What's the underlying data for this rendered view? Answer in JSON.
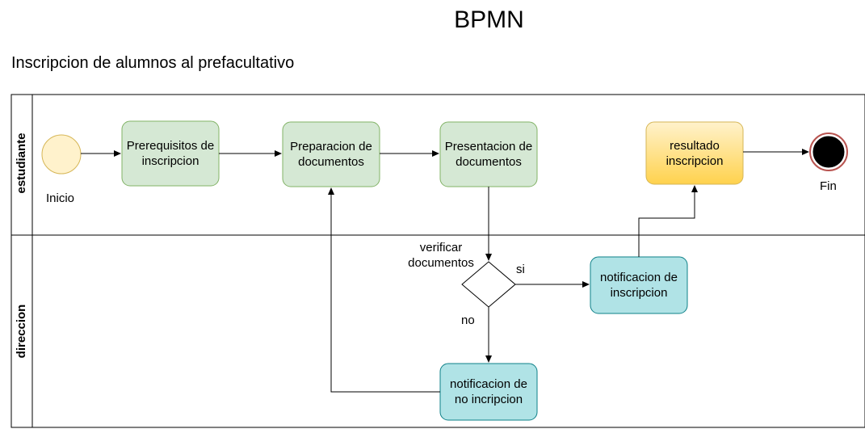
{
  "title": "BPMN",
  "subtitle": "Inscripcion de alumnos al prefacultativo",
  "lanes": {
    "top": "estudiante",
    "bottom": "direccion"
  },
  "events": {
    "start": "Inicio",
    "end": "Fin"
  },
  "tasks": {
    "prerequisitos": "Prerequisitos de\ninscripcion",
    "preparacion": "Preparacion de\ndocumentos",
    "presentacion": "Presentacion de\ndocumentos",
    "resultado": "resultado\ninscripcion",
    "notif_inscripcion": "notificacion de\ninscripcion",
    "notif_no": "notificacion de\nno incripcion"
  },
  "gateway": {
    "label": "verificar\ndocumentos",
    "yes": "si",
    "no": "no"
  },
  "colors": {
    "green_fill": "#d5e8d4",
    "green_stroke": "#82b366",
    "cyan_fill": "#b0e3e6",
    "cyan_stroke": "#0e8088",
    "yellow_fill": "#ffcd28",
    "yellow_stroke": "#d6b656",
    "start_fill": "#fff2cc",
    "end_stroke": "#b85450"
  }
}
